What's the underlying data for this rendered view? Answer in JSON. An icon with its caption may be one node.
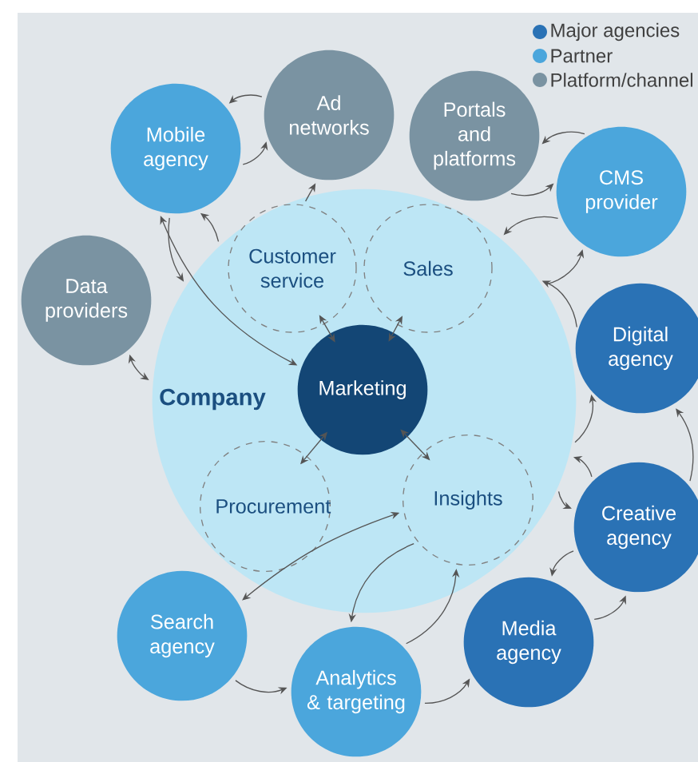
{
  "diagram": {
    "nodes": [
      {
        "text": [
          "Mobile agency"
        ]
      },
      {
        "text": [
          "Ad networks"
        ]
      },
      {
        "text": [
          "Portals and platforms"
        ]
      },
      {
        "text": [
          "CMS provider"
        ]
      },
      {
        "text": [
          "Data providers"
        ]
      },
      {
        "text": [
          "Company"
        ]
      },
      {
        "text": [
          "Customer service"
        ],
        "in": 5
      },
      {
        "text": [
          "Sales"
        ],
        "in": 5
      },
      {
        "text": [
          "Marketing"
        ],
        "in": 5
      },
      {
        "text": [
          "Digital agency"
        ]
      },
      {
        "text": [
          "Procurement"
        ],
        "in": 5
      },
      {
        "text": [
          "Insights"
        ],
        "in": 5
      },
      {
        "text": [
          "Creative agency"
        ]
      },
      {
        "text": [
          "Search agency"
        ]
      },
      {
        "text": [
          "Media agency"
        ]
      },
      {
        "text": [
          "Analytics & targeting"
        ]
      }
    ],
    "edges": [
      {
        "from": 1,
        "to": 0,
        "arrow": "to"
      },
      {
        "from": 0,
        "to": 1,
        "arrow": "to"
      },
      {
        "from": 6,
        "to": 1,
        "arrow": "to"
      },
      {
        "from": 0,
        "to": 5,
        "arrow": "to"
      },
      {
        "from": 5,
        "to": 0,
        "arrow": "to"
      },
      {
        "from": 0,
        "to": 8,
        "arrow": "both"
      },
      {
        "from": 4,
        "to": 5,
        "arrow": "both"
      },
      {
        "from": 6,
        "to": 8,
        "arrow": "both"
      },
      {
        "from": 7,
        "to": 8,
        "arrow": "both"
      },
      {
        "from": 8,
        "to": 10,
        "arrow": "both"
      },
      {
        "from": 8,
        "to": 11,
        "arrow": "both"
      },
      {
        "from": 3,
        "to": 2,
        "arrow": "to"
      },
      {
        "from": 2,
        "to": 3,
        "arrow": "to"
      },
      {
        "from": 3,
        "to": 5,
        "arrow": "to"
      },
      {
        "from": 5,
        "to": 3,
        "arrow": "to"
      },
      {
        "from": 9,
        "to": 5,
        "arrow": "to"
      },
      {
        "from": 5,
        "to": 9,
        "arrow": "to"
      },
      {
        "from": 12,
        "to": 9,
        "arrow": "to"
      },
      {
        "from": 12,
        "to": 5,
        "arrow": "to"
      },
      {
        "from": 5,
        "to": 12,
        "arrow": "to"
      },
      {
        "from": 12,
        "to": 14,
        "arrow": "to"
      },
      {
        "from": 14,
        "to": 12,
        "arrow": "to"
      },
      {
        "from": 15,
        "to": 14,
        "arrow": "to"
      },
      {
        "from": 13,
        "to": 15,
        "arrow": "to"
      },
      {
        "from": 11,
        "to": 13,
        "arrow": "both"
      },
      {
        "from": 11,
        "to": 15,
        "arrow": "to"
      },
      {
        "from": 15,
        "to": 11,
        "arrow": "to"
      }
    ],
    "legend": [
      {
        "text": "Major agencies",
        "color": "#2a72b5"
      },
      {
        "text": "Partner",
        "color": "#4ba6dc"
      },
      {
        "text": "Platform/channel",
        "color": "#7a93a2"
      }
    ]
  }
}
